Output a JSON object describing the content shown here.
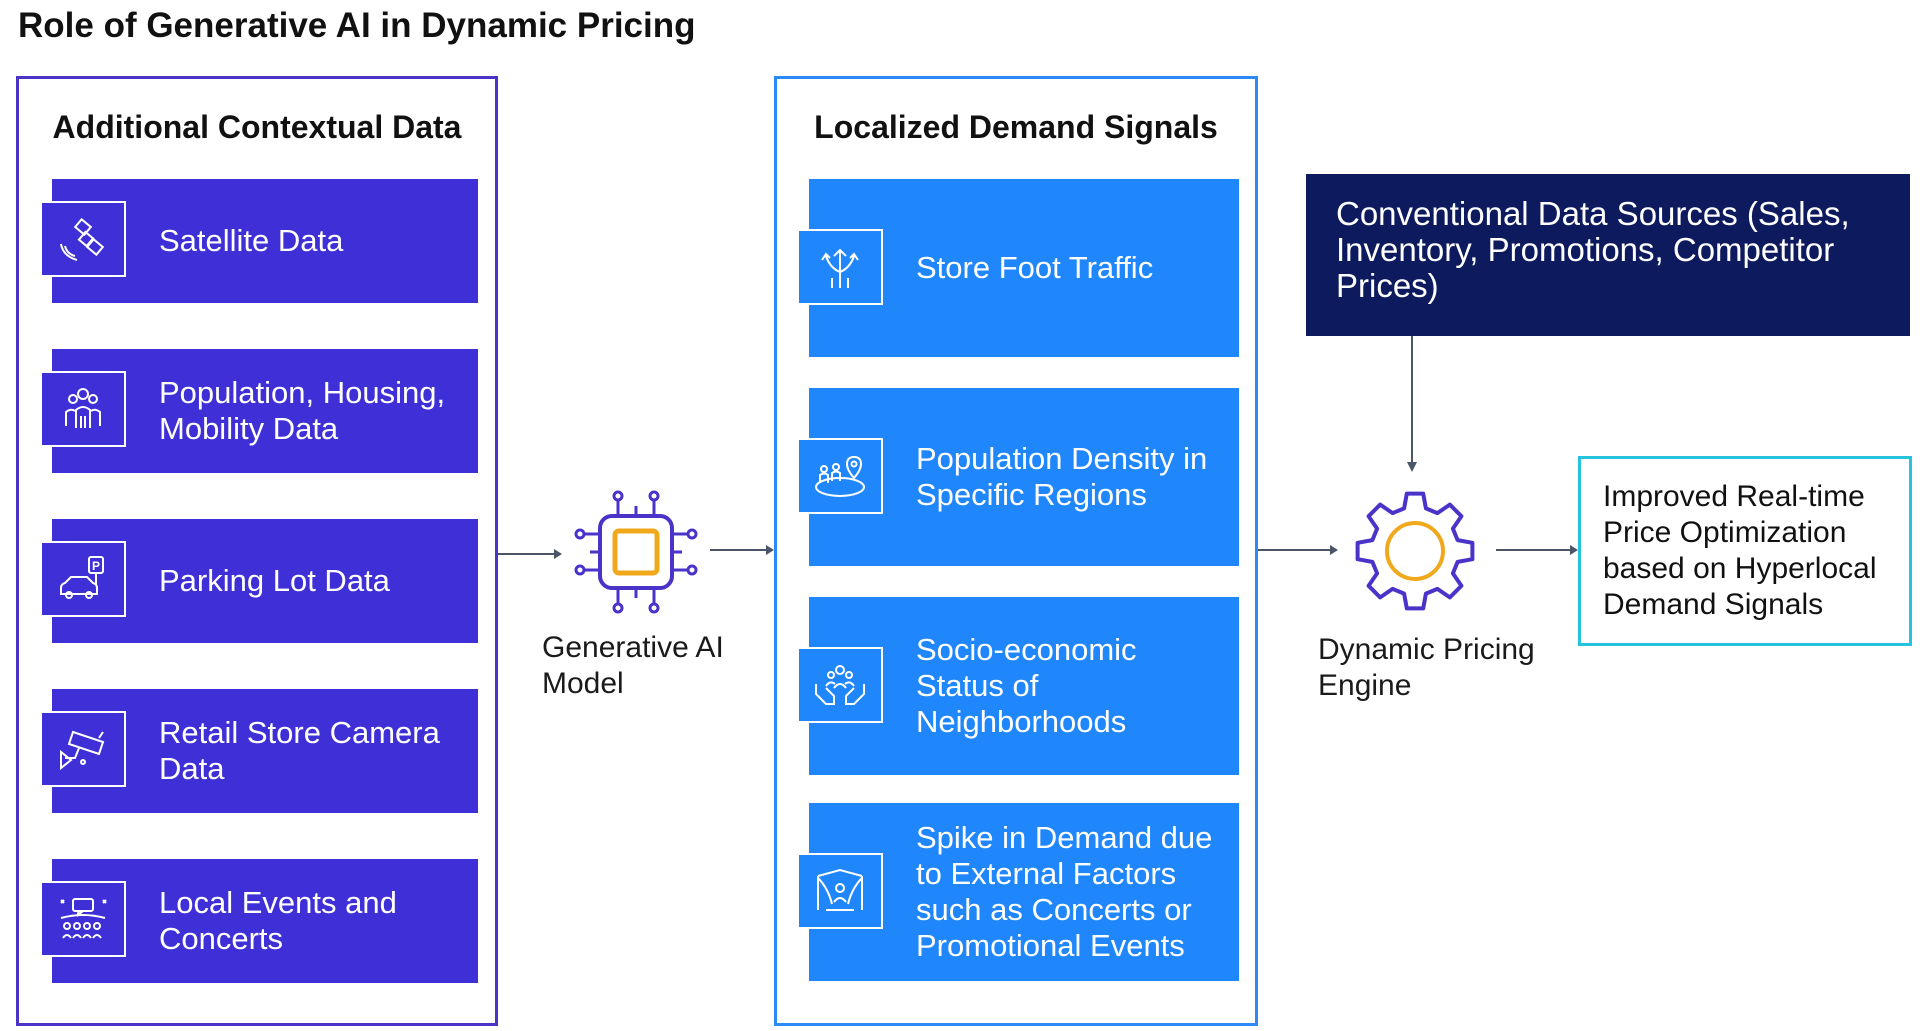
{
  "title": "Role of Generative AI in Dynamic Pricing",
  "left_panel": {
    "title": "Additional Contextual Data",
    "items": [
      {
        "label": "Satellite Data",
        "icon": "satellite-icon"
      },
      {
        "label": "Population, Housing, Mobility Data",
        "icon": "people-group-icon"
      },
      {
        "label": "Parking Lot Data",
        "icon": "parking-car-icon"
      },
      {
        "label": "Retail Store Camera Data",
        "icon": "security-camera-icon"
      },
      {
        "label": "Local Events and Concerts",
        "icon": "concert-audience-icon"
      }
    ]
  },
  "ai_model": {
    "label": "Generative AI Model",
    "icon": "ai-chip-icon"
  },
  "mid_panel": {
    "title": "Localized Demand Signals",
    "items": [
      {
        "label": "Store Foot Traffic",
        "icon": "foot-traffic-arrows-icon"
      },
      {
        "label": "Population Density in Specific Regions",
        "icon": "population-location-icon"
      },
      {
        "label": "Socio-economic Status of Neighborhoods",
        "icon": "hands-community-icon"
      },
      {
        "label": "Spike in Demand due to External Factors such as Concerts or Promotional Events",
        "icon": "event-stage-icon"
      }
    ]
  },
  "conventional_sources": {
    "label": "Conventional Data Sources (Sales, Inventory, Promotions, Competitor Prices)"
  },
  "pricing_engine": {
    "label": "Dynamic Pricing Engine",
    "icon": "gear-icon"
  },
  "result": {
    "label": "Improved Real-time Price Optimization based on Hyperlocal Demand Signals"
  },
  "colors": {
    "left_card": "#3f2fd6",
    "left_border": "#4a33c8",
    "mid_card": "#1f87fb",
    "mid_border": "#2b8af7",
    "conventional_box": "#0d1b5e",
    "result_border": "#25c4de",
    "accent_orange": "#f0a81c",
    "arrow": "#4a5568"
  }
}
